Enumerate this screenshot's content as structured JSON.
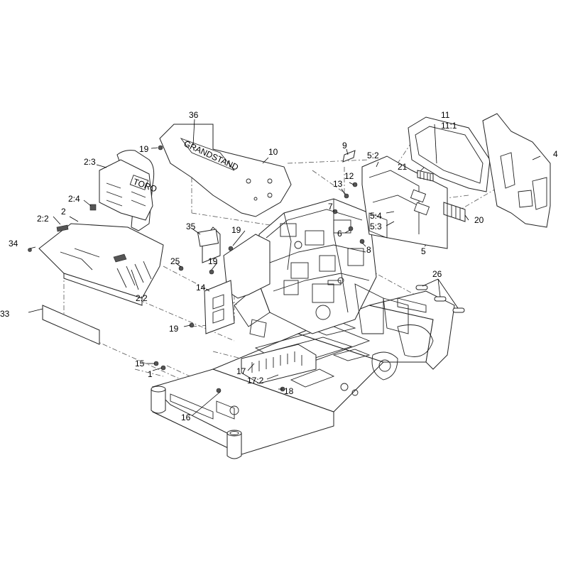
{
  "labels": [
    {
      "id": "36",
      "text": "36"
    },
    {
      "id": "11",
      "text": "11"
    },
    {
      "id": "11_1",
      "text": "11:1"
    },
    {
      "id": "4",
      "text": "4"
    },
    {
      "id": "9",
      "text": "9"
    },
    {
      "id": "5_2",
      "text": "5:2"
    },
    {
      "id": "21",
      "text": "21"
    },
    {
      "id": "19a",
      "text": "19"
    },
    {
      "id": "10",
      "text": "10"
    },
    {
      "id": "2_3",
      "text": "2:3"
    },
    {
      "id": "12",
      "text": "12"
    },
    {
      "id": "13",
      "text": "13"
    },
    {
      "id": "2_4",
      "text": "2:4"
    },
    {
      "id": "7",
      "text": "7"
    },
    {
      "id": "5_4",
      "text": "5:4"
    },
    {
      "id": "20",
      "text": "20"
    },
    {
      "id": "2_2a",
      "text": "2:2"
    },
    {
      "id": "2",
      "text": "2"
    },
    {
      "id": "5_3",
      "text": "5:3"
    },
    {
      "id": "35",
      "text": "35"
    },
    {
      "id": "19b",
      "text": "19"
    },
    {
      "id": "6",
      "text": "6"
    },
    {
      "id": "8",
      "text": "8"
    },
    {
      "id": "34",
      "text": "34"
    },
    {
      "id": "5",
      "text": "5"
    },
    {
      "id": "19c",
      "text": "19"
    },
    {
      "id": "25",
      "text": "25"
    },
    {
      "id": "26",
      "text": "26"
    },
    {
      "id": "14",
      "text": "14"
    },
    {
      "id": "2_2b",
      "text": "2:2"
    },
    {
      "id": "33",
      "text": "33"
    },
    {
      "id": "19d",
      "text": "19"
    },
    {
      "id": "15",
      "text": "15"
    },
    {
      "id": "1",
      "text": "1"
    },
    {
      "id": "17",
      "text": "17"
    },
    {
      "id": "17_2",
      "text": "17:2"
    },
    {
      "id": "18",
      "text": "18"
    },
    {
      "id": "16",
      "text": "16"
    }
  ],
  "decals": {
    "brand_side": "GRANDSTAND",
    "brand_tank": "TORO"
  }
}
